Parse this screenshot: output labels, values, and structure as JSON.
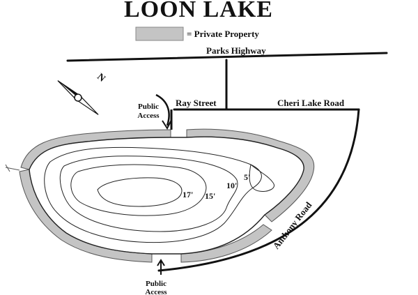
{
  "map": {
    "title": "LOON LAKE",
    "legend": {
      "label": "= Private Property",
      "swatch_color": "#c4c4c4"
    },
    "roads": {
      "parks_highway": "Parks Highway",
      "ray_street": "Ray Street",
      "cheri_lake_road": "Cheri Lake Road",
      "anthony_road": "Anthony Road"
    },
    "access": {
      "north_line1": "Public",
      "north_line2": "Access",
      "south_line1": "Public",
      "south_line2": "Access"
    },
    "depths": {
      "five": "5'",
      "ten": "10'",
      "fifteen": "15'",
      "seventeen": "17'"
    },
    "compass": {
      "north": "N"
    },
    "colors": {
      "private_property": "#c4c4c4",
      "ink": "#111111"
    }
  }
}
